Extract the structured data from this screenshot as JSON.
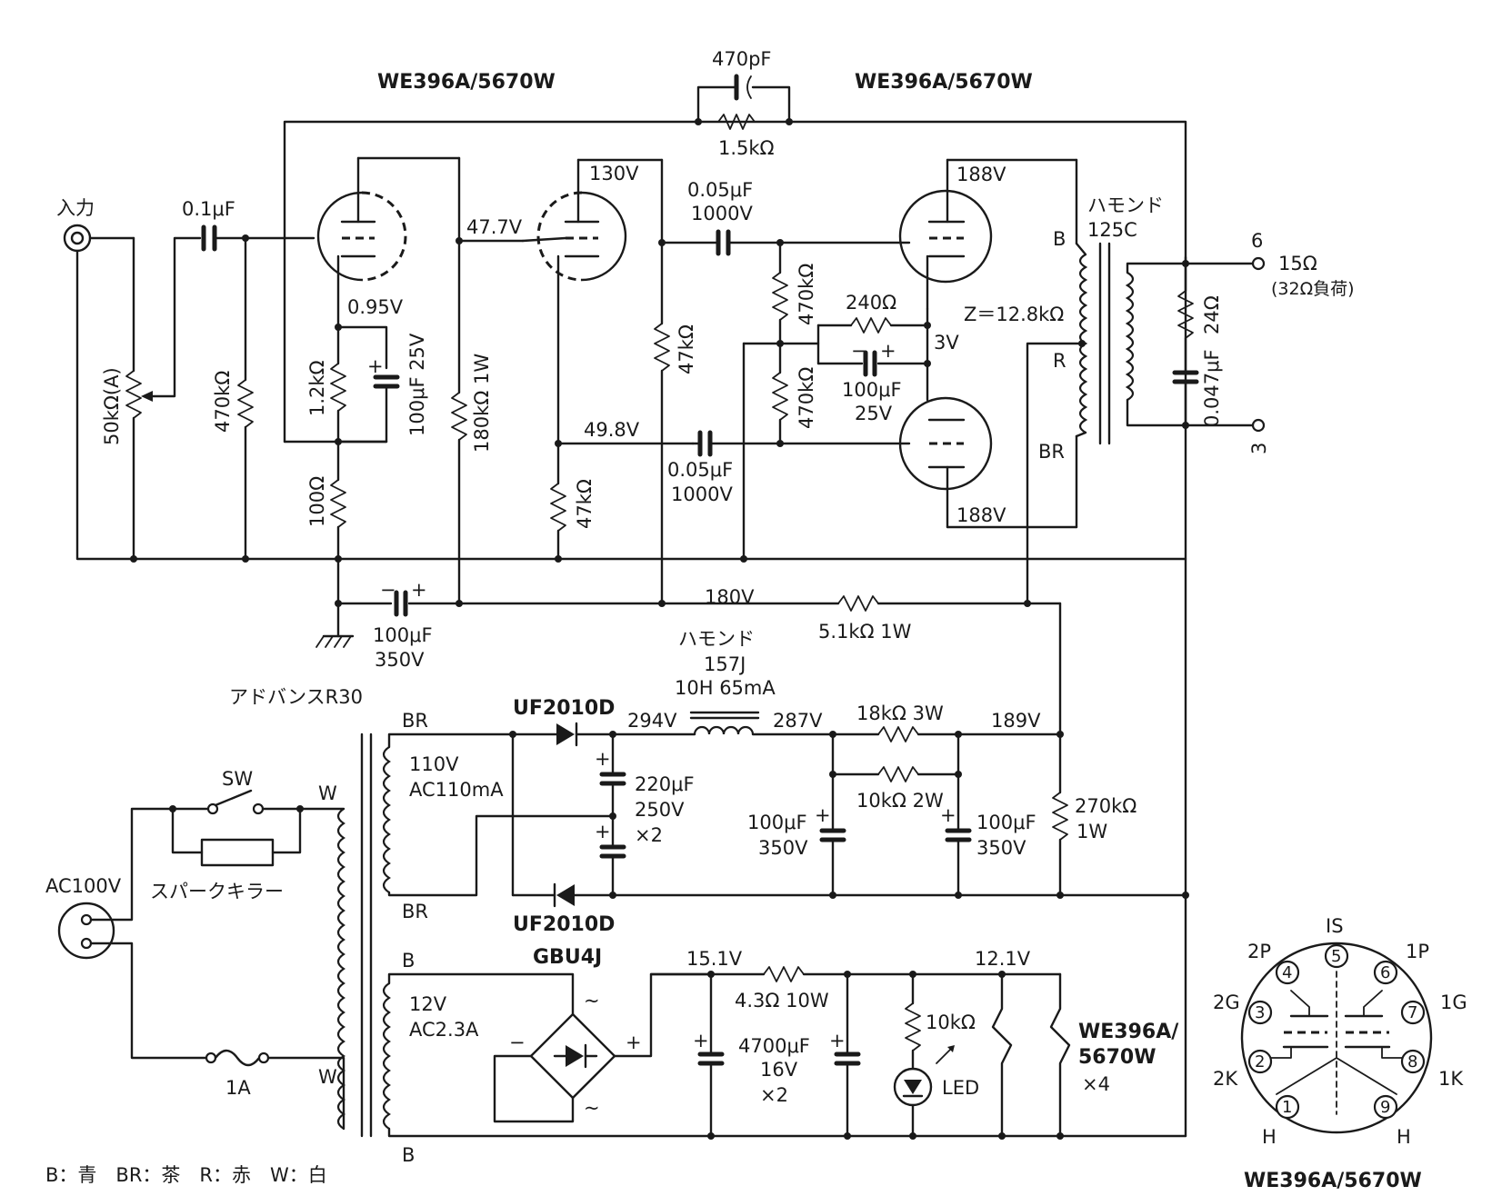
{
  "tubes": {
    "tube_type_left": "WE396A/5670W",
    "tube_type_right": "WE396A/5670W",
    "pinout_caption": "WE396A/5670W"
  },
  "input": {
    "label": "入力"
  },
  "components": {
    "c_input": "0.1μF",
    "vr_volume": "50kΩ(A)",
    "r_grid": "470kΩ",
    "v_cathode1": "0.95V",
    "r_cathode1": "1.2kΩ",
    "c_cathode1": "100μF 25V",
    "r_feedback_foot": "100Ω",
    "r_plate1": "180kΩ 1W",
    "v_plate1": "47.7V",
    "v_plate2a": "130V",
    "v_plate2b": "49.8V",
    "r_plate2a": "47kΩ",
    "r_plate2b": "47kΩ",
    "c_fb": "470pF",
    "r_fb": "1.5kΩ",
    "c_coupling_top_value": "0.05μF",
    "c_coupling_top_rating": "1000V",
    "c_coupling_bot_value": "0.05μF",
    "c_coupling_bot_rating": "1000V",
    "r_grid_top": "470kΩ",
    "r_grid_bot": "470kΩ",
    "r_bias": "240Ω",
    "c_bias_value": "100μF",
    "c_bias_rating": "25V",
    "v_bias": "3V",
    "v_out_top": "188V",
    "v_out_bot": "188V",
    "impedance": "Z＝12.8kΩ",
    "opt_maker": "ハモンド",
    "opt_model": "125C",
    "tap_b": "B",
    "tap_r": "R",
    "tap_br": "BR",
    "out_pin_6": "6",
    "out_pin_3": "3",
    "out_ohm": "15Ω",
    "out_load": "(32Ω負荷)",
    "r_zobel": "24Ω",
    "c_zobel": "0.047μF",
    "v_b180": "180V",
    "r_dropper": "5.1kΩ 1W",
    "c_main_value": "100μF",
    "c_main_rating": "350V",
    "choke_maker": "ハモンド",
    "choke_model": "157J",
    "choke_spec": "10H 65mA",
    "ptx": "アドバンスR30",
    "ptx_br_top": "BR",
    "ptx_br_bot": "BR",
    "ptx_hv_v": "110V",
    "ptx_hv_a": "AC110mA",
    "diode_top": "UF2010D",
    "diode_bot": "UF2010D",
    "v294": "294V",
    "v287": "287V",
    "v189": "189V",
    "c_rect_value": "220μF",
    "c_rect_rating": "250V",
    "c_rect_qty": "×2",
    "r_18k": "18kΩ 3W",
    "r_10k": "10kΩ 2W",
    "c_filt1_value": "100μF",
    "c_filt1_rating": "350V",
    "c_filt2_value": "100μF",
    "c_filt2_rating": "350V",
    "r_bleeder_value": "270kΩ",
    "r_bleeder_power": "1W",
    "sw": "SW",
    "w_top": "W",
    "w_bot": "W",
    "ac_in": "AC100V",
    "spark": "スパークキラー",
    "fuse": "1A",
    "bridge": "GBU4J",
    "ptx_b_top": "B",
    "ptx_b_bot": "B",
    "ptx_lv_v": "12V",
    "ptx_lv_a": "AC2.3A",
    "v15": "15.1V",
    "v12": "12.1V",
    "r_43": "4.3Ω 10W",
    "c_heater_value": "4700μF",
    "c_heater_rating": "16V",
    "c_heater_qty": "×2",
    "r_led": "10kΩ",
    "led": "LED",
    "heater_tube_a": "WE396A/",
    "heater_tube_b": "5670W",
    "heater_qty": "×4",
    "bridge_ac_top": "~",
    "bridge_ac_bot": "~",
    "plus": "+",
    "minus": "−"
  },
  "legend": "B：青　BR：茶　R：赤　W：白",
  "pinout": {
    "pins": [
      "1",
      "2",
      "3",
      "4",
      "5",
      "6",
      "7",
      "8",
      "9"
    ],
    "names": [
      "H",
      "2K",
      "2G",
      "2P",
      "IS",
      "1P",
      "1G",
      "1K",
      "H"
    ]
  }
}
